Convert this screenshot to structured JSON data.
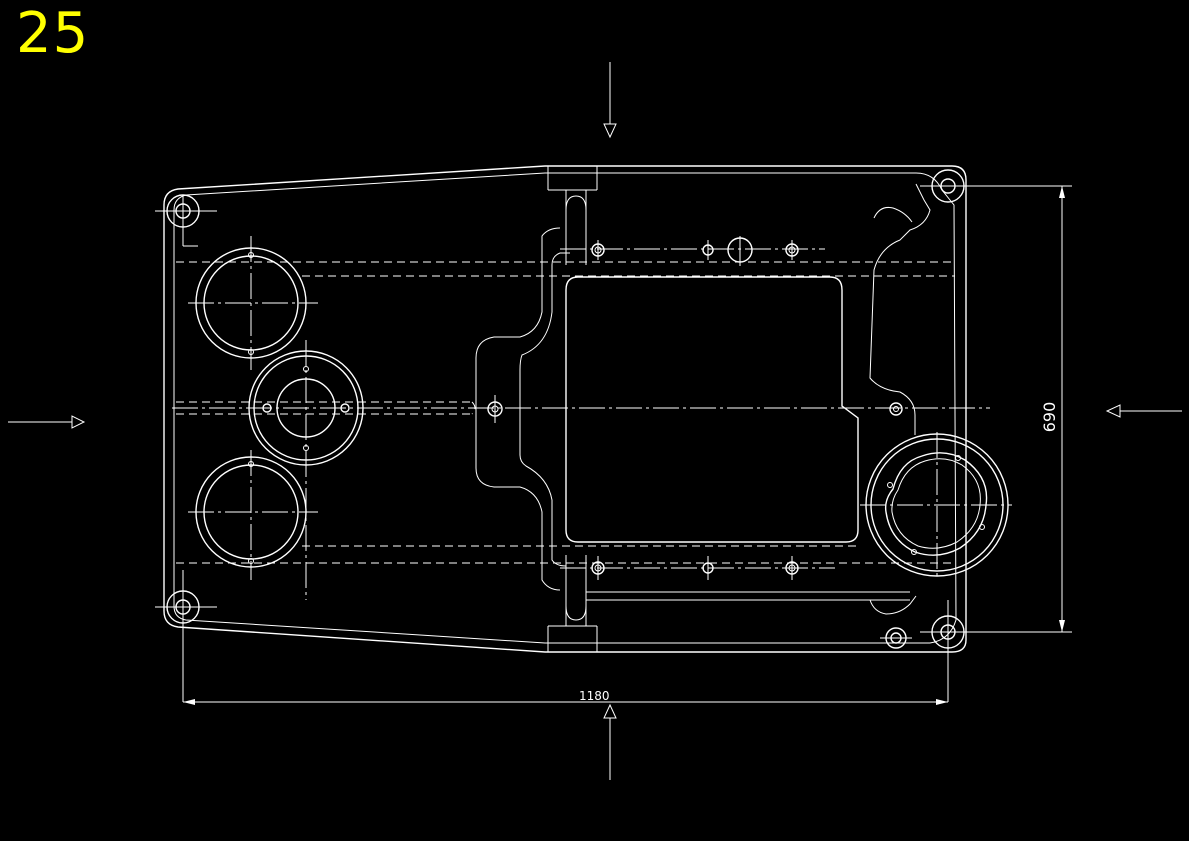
{
  "sheet": {
    "number": "25"
  },
  "dimensions": {
    "width_label": "1180",
    "height_label": "690"
  },
  "colors": {
    "background": "#000000",
    "linework": "#ffffff",
    "sheet_number": "#ffff00"
  }
}
